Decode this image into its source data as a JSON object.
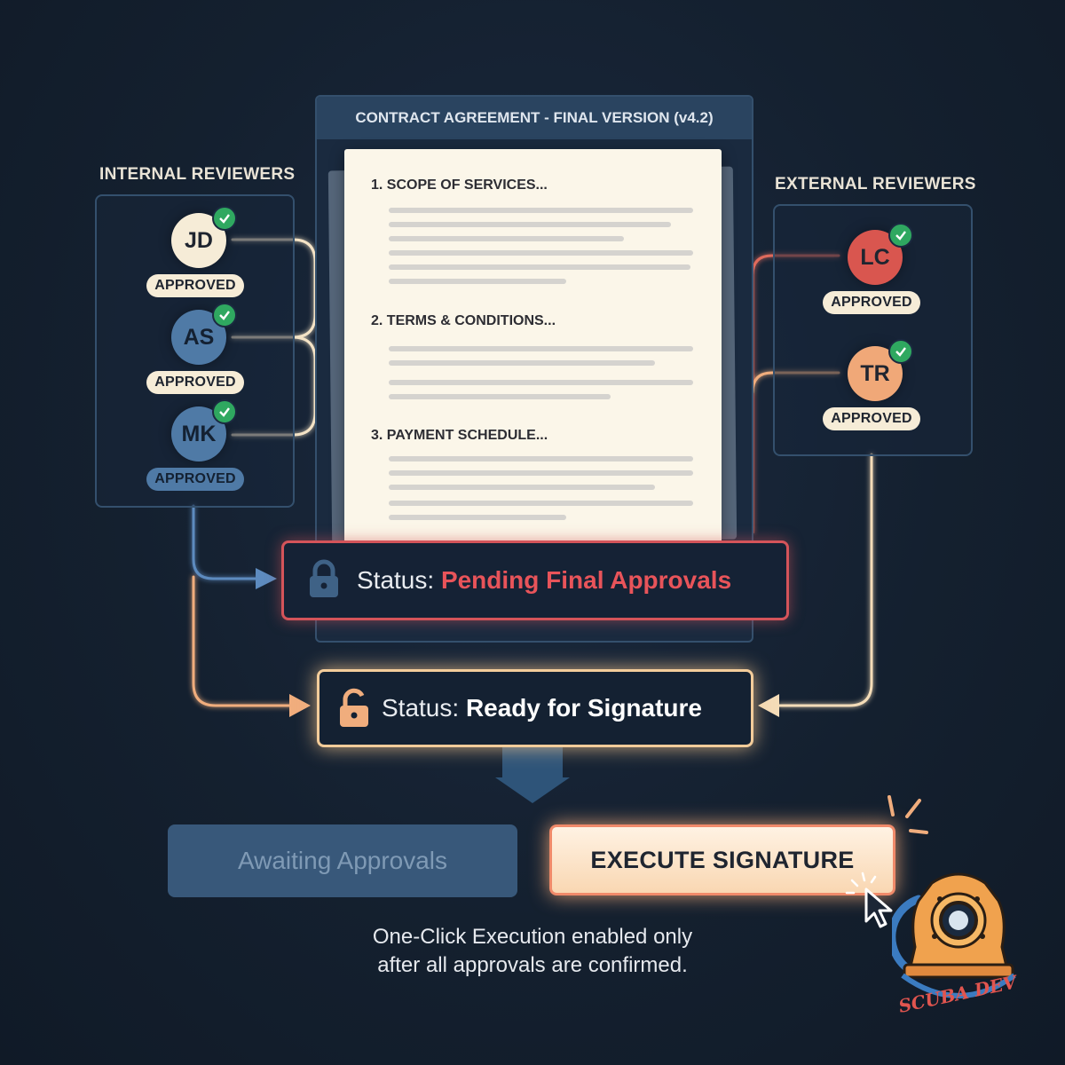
{
  "internal": {
    "title": "INTERNAL REVIEWERS",
    "reviewers": [
      {
        "initials": "JD",
        "status": "APPROVED"
      },
      {
        "initials": "AS",
        "status": "APPROVED"
      },
      {
        "initials": "MK",
        "status": "APPROVED"
      }
    ]
  },
  "external": {
    "title": "EXTERNAL REVIEWERS",
    "reviewers": [
      {
        "initials": "LC",
        "status": "APPROVED"
      },
      {
        "initials": "TR",
        "status": "APPROVED"
      }
    ]
  },
  "document": {
    "title": "CONTRACT AGREEMENT - FINAL VERSION (v4.2)",
    "sections": [
      "1. SCOPE OF SERVICES...",
      "2. TERMS & CONDITIONS...",
      "3. PAYMENT SCHEDULE..."
    ]
  },
  "status_pending": {
    "label": "Status: ",
    "value": "Pending Final Approvals"
  },
  "status_ready": {
    "label": "Status: ",
    "value": "Ready for Signature"
  },
  "buttons": {
    "awaiting": "Awaiting Approvals",
    "execute": "EXECUTE SIGNATURE"
  },
  "footnote": {
    "line1": "One-Click Execution enabled only",
    "line2": "after all approvals are confirmed."
  },
  "logo": {
    "text": "SCUBA DEV"
  },
  "colors": {
    "background": "#14202f",
    "panel_border": "#34506d",
    "approved_check": "#2fa860",
    "pending_red": "#d4545a",
    "ready_cream": "#f3cc9a",
    "external_lc": "#d9564f",
    "external_tr": "#f0a878"
  }
}
